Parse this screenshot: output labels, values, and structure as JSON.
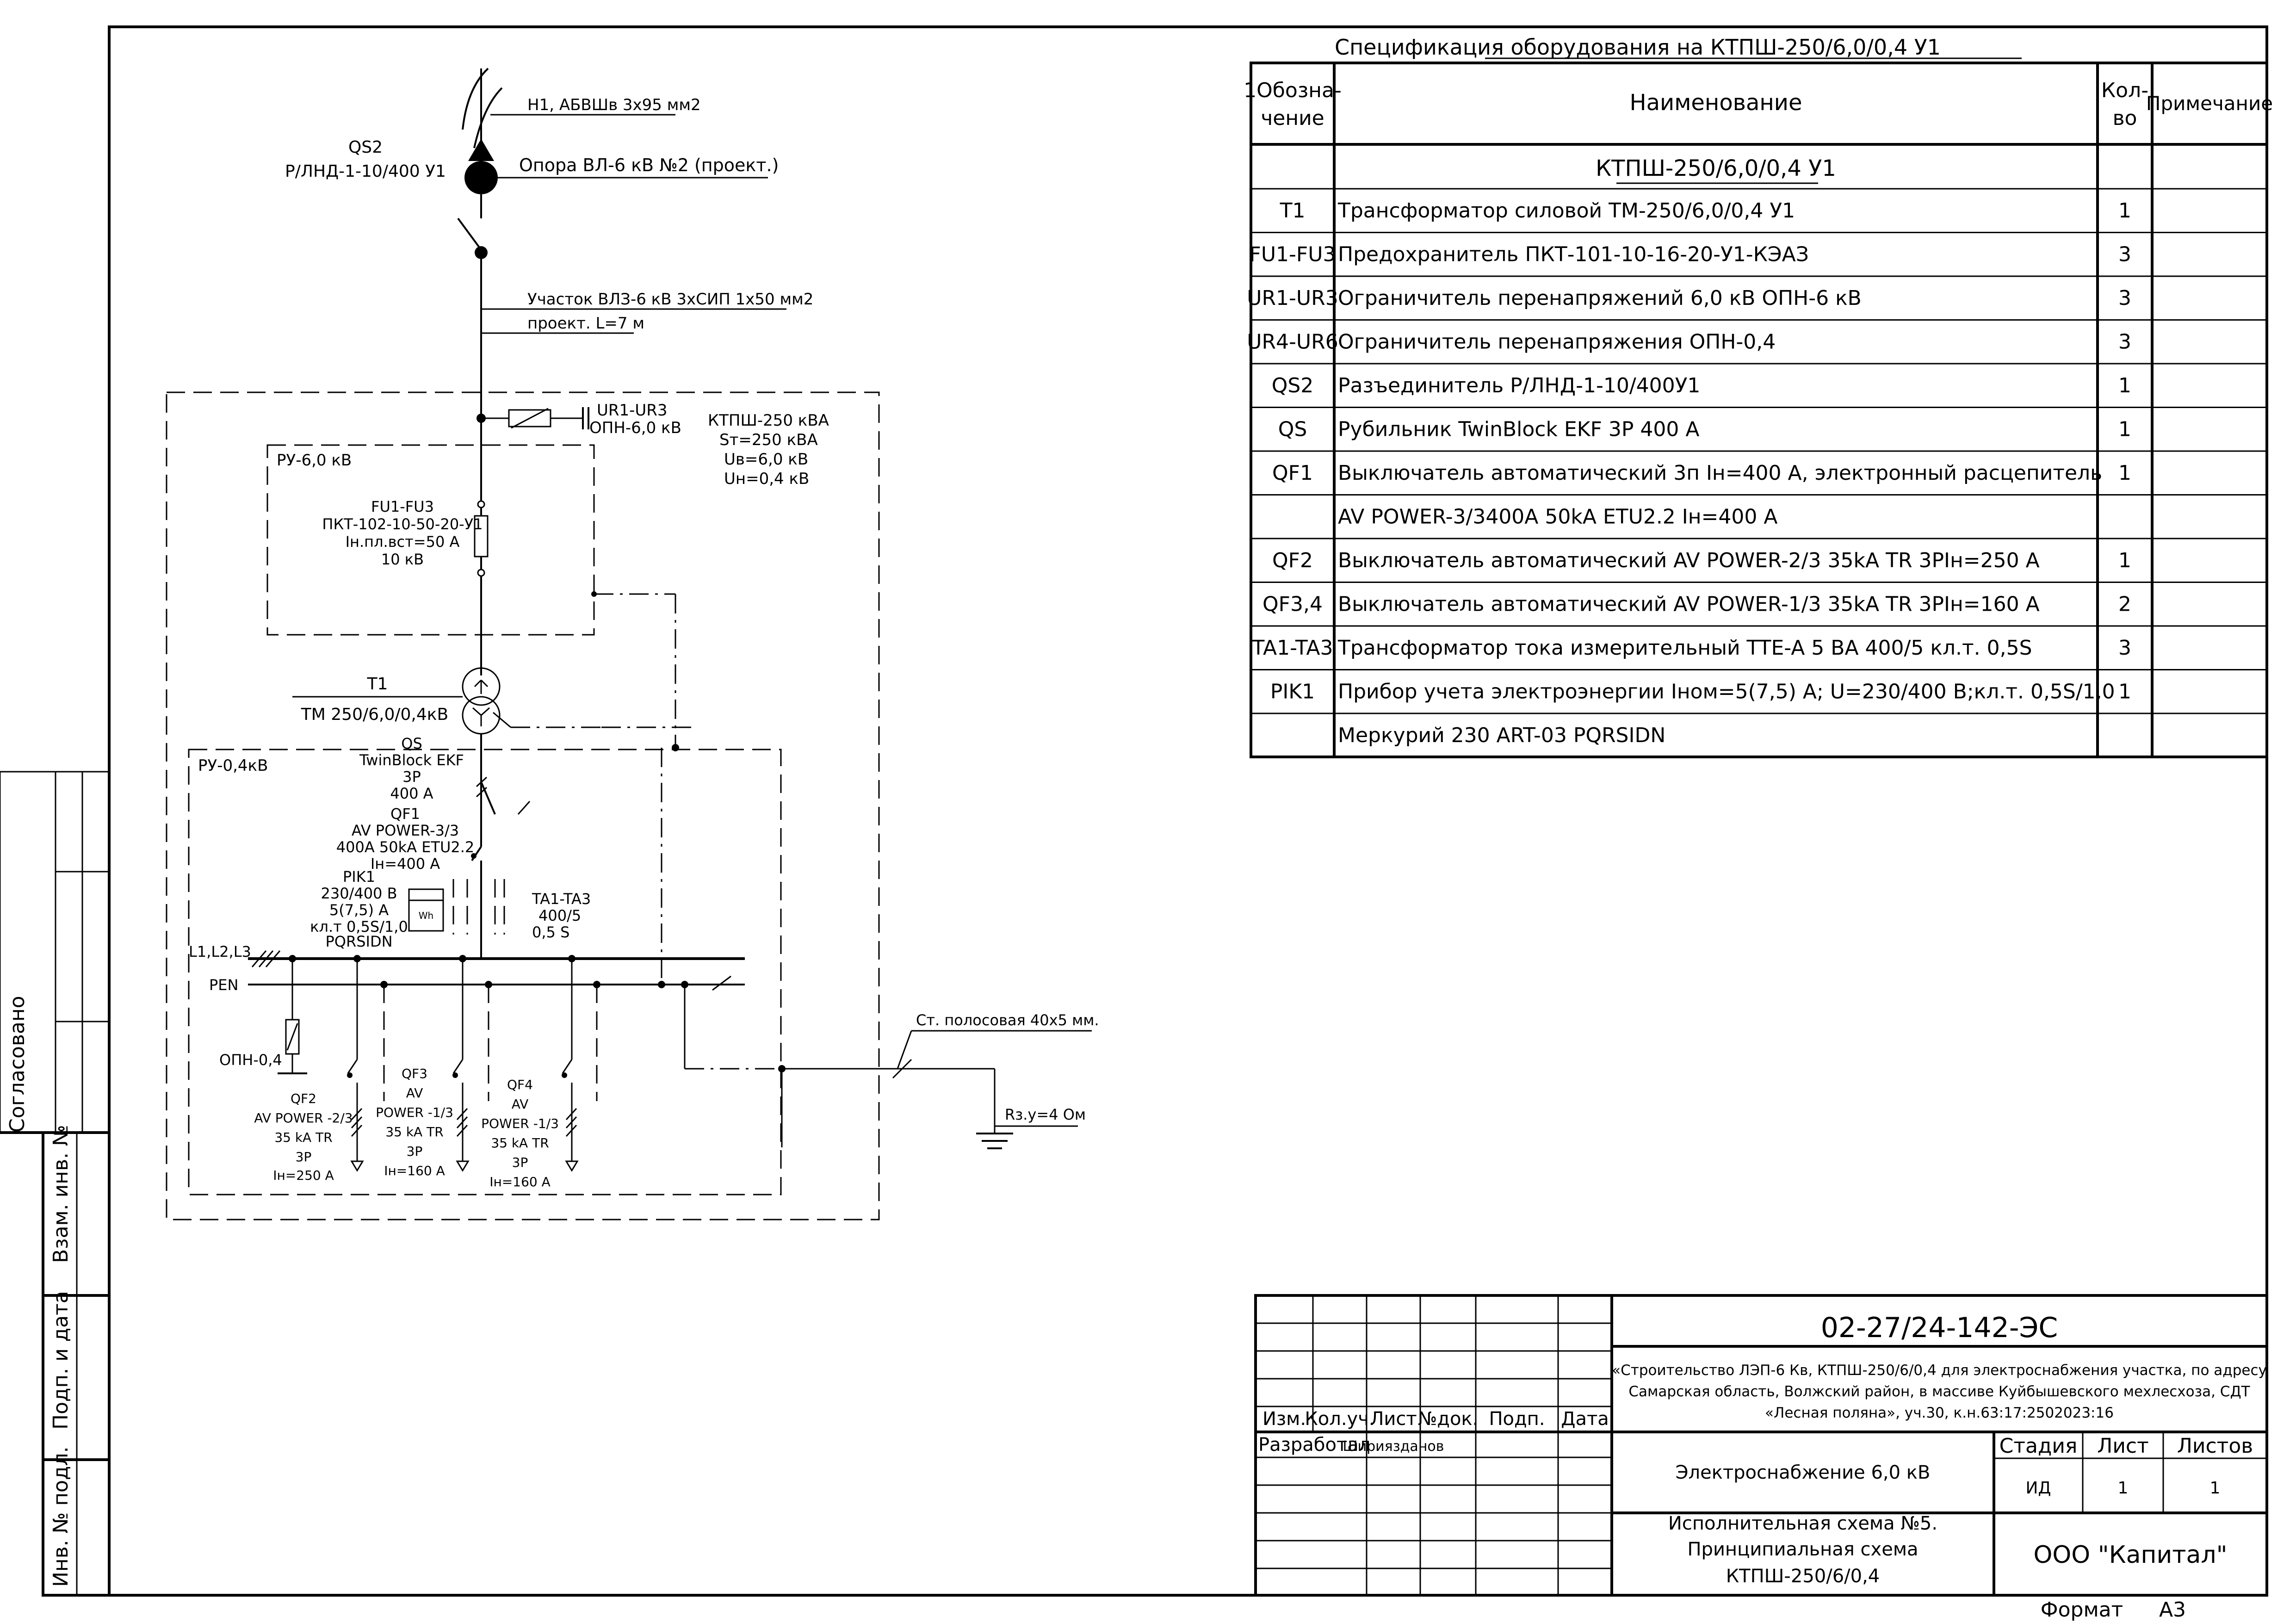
{
  "spec": {
    "title": "Спецификация оборудования на КТПШ-250/6,0/0,4 У1",
    "headers": {
      "designation": "1Обозна-\nчение",
      "name": "Наименование",
      "qty": "Кол-\nво",
      "note": "Примечание"
    },
    "subtitle": "КТПШ-250/6,0/0,4 У1",
    "rows": [
      {
        "d": "Т1",
        "n": "Трансформатор силовой ТМ-250/6,0/0,4 У1",
        "q": "1"
      },
      {
        "d": "FU1-FU3",
        "n": "Предохранитель ПКТ-101-10-16-20-У1-КЭАЗ",
        "q": "3"
      },
      {
        "d": "UR1-UR3",
        "n": "Ограничитель перенапряжений 6,0 кВ ОПН-6 кВ",
        "q": "3"
      },
      {
        "d": "UR4-UR6",
        "n": "Ограничитель перенапряжения ОПН-0,4",
        "q": "3"
      },
      {
        "d": "QS2",
        "n": "Разъединитель Р/ЛНД-1-10/400У1",
        "q": "1"
      },
      {
        "d": "QS",
        "n": "Рубильник TwinBlock EKF 3P 400 A",
        "q": "1"
      },
      {
        "d": "QF1",
        "n": "Выключатель автоматический 3п Iн=400 А, электронный расцепитель",
        "q": "1"
      },
      {
        "d": "",
        "n": "AV POWER-3/3400A 50kA ETU2.2  Iн=400 A",
        "q": ""
      },
      {
        "d": "QF2",
        "n": "Выключатель автоматический AV POWER-2/3 35kA TR 3PIн=250 A",
        "q": "1"
      },
      {
        "d": "QF3,4",
        "n": "Выключатель автоматический AV POWER-1/3 35kA TR 3PIн=160 A",
        "q": "2"
      },
      {
        "d": "TA1-TA3",
        "n": "Трансформатор тока измерительный TTE-A 5 ВА 400/5 кл.т. 0,5S",
        "q": "3"
      },
      {
        "d": "PIK1",
        "n": "Прибор учета электроэнергии Iном=5(7,5) А; U=230/400 В;кл.т.  0,5S/1,0",
        "q": "1"
      },
      {
        "d": "",
        "n": "Меркурий 230 ART-03 PQRSIDN",
        "q": ""
      }
    ]
  },
  "diagram": {
    "line_n1": "Н1, АБВШв 3х95 мм2",
    "pole": "Опора ВЛ-6 кВ №2 (проект.)",
    "qs2_name": "QS2",
    "qs2_type": "Р/ЛНД-1-10/400 У1",
    "section_1": "Участок ВЛЗ-6 кВ 3хСИП 1х50 мм2",
    "section_2": "проект. L=7 м",
    "ur_name": "UR1-UR3",
    "ur_type": "ОПН-6,0 кВ",
    "ktp_1": "КТПШ-250 кВА",
    "ktp_2": "Sт=250 кВА",
    "ktp_3": "Uв=6,0 кВ",
    "ktp_4": "Uн=0,4 кВ",
    "ru6": "РУ-6,0 кВ",
    "fu_1": "FU1-FU3",
    "fu_2": "ПКТ-102-10-50-20-У1",
    "fu_3": "Iн.пл.вст=50 А",
    "fu_4": "10 кВ",
    "t1_name": "Т1",
    "t1_type": "ТМ 250/6,0/0,4кВ",
    "ru04": "РУ-0,4кВ",
    "qs_1": "QS",
    "qs_2": "TwinBlock EKF",
    "qs_3": "3P",
    "qs_4": "400 A",
    "qf1_1": "QF1",
    "qf1_2": "AV POWER-3/3",
    "qf1_3": "400A 50kA ETU2.2",
    "qf1_4": "Iн=400 A",
    "pik_1": "PIK1",
    "pik_2": "230/400 В",
    "pik_3": "5(7,5) А",
    "pik_4": "кл.т 0,5S/1,0",
    "pik_5": "PQRSIDN",
    "wh": "Wh",
    "ta_1": "TA1-TA3",
    "ta_2": "400/5",
    "ta_3": "0,5 S",
    "bus_l": "L1,L2,L3",
    "bus_pen": "PEN",
    "opn04": "ОПН-0,4",
    "qf2": [
      "QF2",
      "AV POWER -2/3",
      "35 kA TR",
      "3P",
      "Iн=250 А"
    ],
    "qf3": [
      "QF3",
      "AV",
      "POWER -1/3",
      "35 kA TR",
      "3P",
      "Iн=160 А"
    ],
    "qf4": [
      "QF4",
      "AV",
      "POWER -1/3",
      "35 kA TR",
      "3P",
      "Iн=160 А"
    ],
    "ground_strip": "Ст. полосовая 40х5 мм.",
    "ground_r": "Rз.у=4 Ом"
  },
  "side_stamp": {
    "agreed": "Согласовано",
    "vzam": "Взам. инв. №",
    "podp": "Подп. и дата",
    "inv": "Инв. № подл."
  },
  "title_block": {
    "code": "02-27/24-142-ЭС",
    "project_1": "«Строительство ЛЭП-6 Кв, КТПШ-250/6/0,4 для электроснабжения участка, по адресу",
    "project_2": "Самарская область, Волжский район, в массиве Куйбышевского мехлесхоза, СДТ",
    "project_3": "«Лесная поляна», уч.30, к.н.63:17:2502023:16",
    "cols": [
      "Изм.",
      "Кол.уч.",
      "Лист",
      "№док.",
      "Подп.",
      "Дата"
    ],
    "developed": "Разработал",
    "developer": "Шириязданов",
    "section": "Электроснабжение 6,0 кВ",
    "stage_h": "Стадия",
    "sheet_h": "Лист",
    "sheets_h": "Листов",
    "stage": "ИД",
    "sheet": "1",
    "sheets": "1",
    "drawing_1": "Исполнительная схема №5.",
    "drawing_2": "Принципиальная схема",
    "drawing_3": "КТПШ-250/6/0,4",
    "company": "ООО \"Капитал\"",
    "format_label": "Формат",
    "format": "А3"
  }
}
